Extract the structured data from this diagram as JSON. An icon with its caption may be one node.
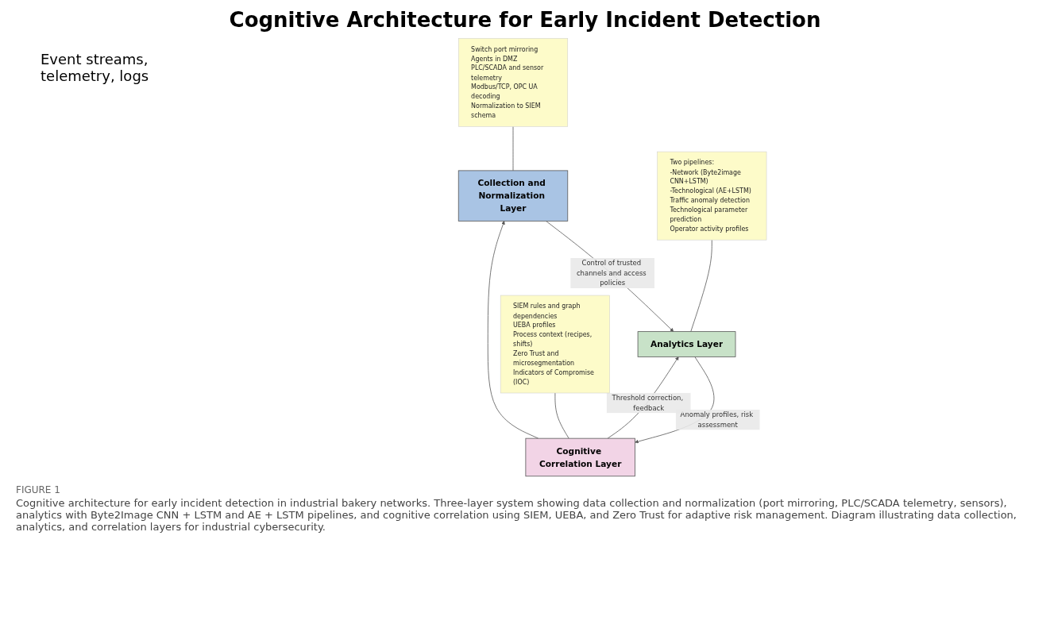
{
  "diagram": {
    "title": "Cognitive Architecture for Early Incident Detection",
    "caption": "Cognitive architecture for early incident detection in industrial bakery networks. Three-layer system showing data collection and normalization (port mirroring, PLC/SCADA telemetry, sensors), analytics with Byte2Image CNN + LSTM and AE + LSTM pipelines, and cognitive correlation using SIEM, UEBA, and Zero Trust for adaptive risk management. Diagram illustrating data collection, analytics, and correlation layers for industrial cybersecurity.",
    "nodes": [
      {
        "text": [
          "Collection and Normalization Layer"
        ]
      },
      {
        "text": [
          "Switch port mirroring",
          "Agents in DMZ",
          "PLC/SCADA and sensor telemetry",
          "Modbus/TCP, OPC UA decoding",
          "Normalization to SIEM schema"
        ]
      },
      {
        "text": [
          "Analytics Layer"
        ]
      },
      {
        "text": [
          "Two pipelines:",
          "-Network (Byte2image CNN+LSTM)",
          "-Technological (AE+LSTM)",
          "Traffic anomaly detection",
          "Technological parameter prediction",
          "Operator activity profiles"
        ]
      },
      {
        "text": [
          "Cognitive Correlation Layer"
        ]
      },
      {
        "text": [
          "SIEM rules and graph dependencies",
          "UEBA profiles",
          "Process context (recipes, shifts)",
          "Zero Trust and microsegmentation",
          "Indicators of Compromise (IOC)"
        ]
      }
    ],
    "edges": [
      {
        "from": 0,
        "to": 2,
        "arrow": "to",
        "label": "Control of trusted channels and access policies"
      },
      {
        "from": 4,
        "to": 0,
        "arrow": "to"
      },
      {
        "from": 2,
        "to": 4,
        "arrow": "to",
        "label": "Anomaly profiles, risk assessment"
      },
      {
        "from": 4,
        "to": 2,
        "arrow": "to",
        "label": "Threshold correction, feedback"
      },
      {
        "from": 1,
        "to": 0,
        "arrow": "none"
      },
      {
        "from": 3,
        "to": 2,
        "arrow": "none"
      },
      {
        "from": 5,
        "to": 4,
        "arrow": "none"
      }
    ],
    "labels": [
      "Event streams, telemetry, logs",
      "FIGURE 1"
    ]
  }
}
